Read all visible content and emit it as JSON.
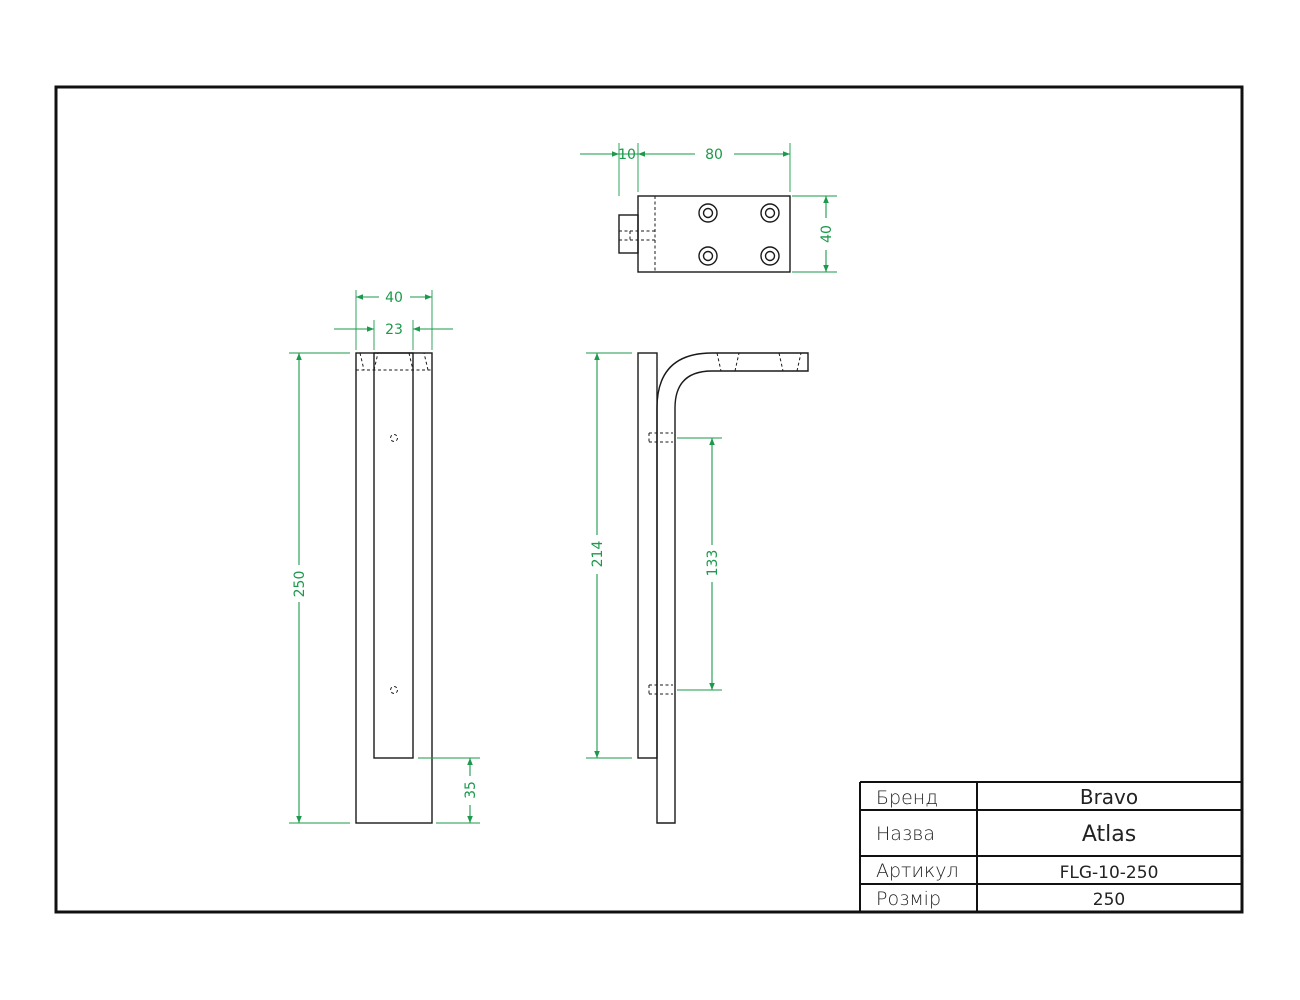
{
  "dimensions": {
    "top_offset": "10",
    "top_length": "80",
    "top_width": "40",
    "front_width": "40",
    "front_slot_width": "23",
    "front_height": "250",
    "front_bottom": "35",
    "side_height": "214",
    "side_hole_spacing": "133"
  },
  "title_block": {
    "brand_label": "Бренд",
    "brand_value": "Bravo",
    "name_label": "Назва",
    "name_value": "Atlas",
    "sku_label": "Артикул",
    "sku_value": "FLG-10-250",
    "size_label": "Розмір",
    "size_value": "250"
  },
  "colors": {
    "dimension": "#1a9a4a",
    "part_line": "#1a1a1a",
    "frame": "#111111",
    "background": "#ffffff"
  }
}
